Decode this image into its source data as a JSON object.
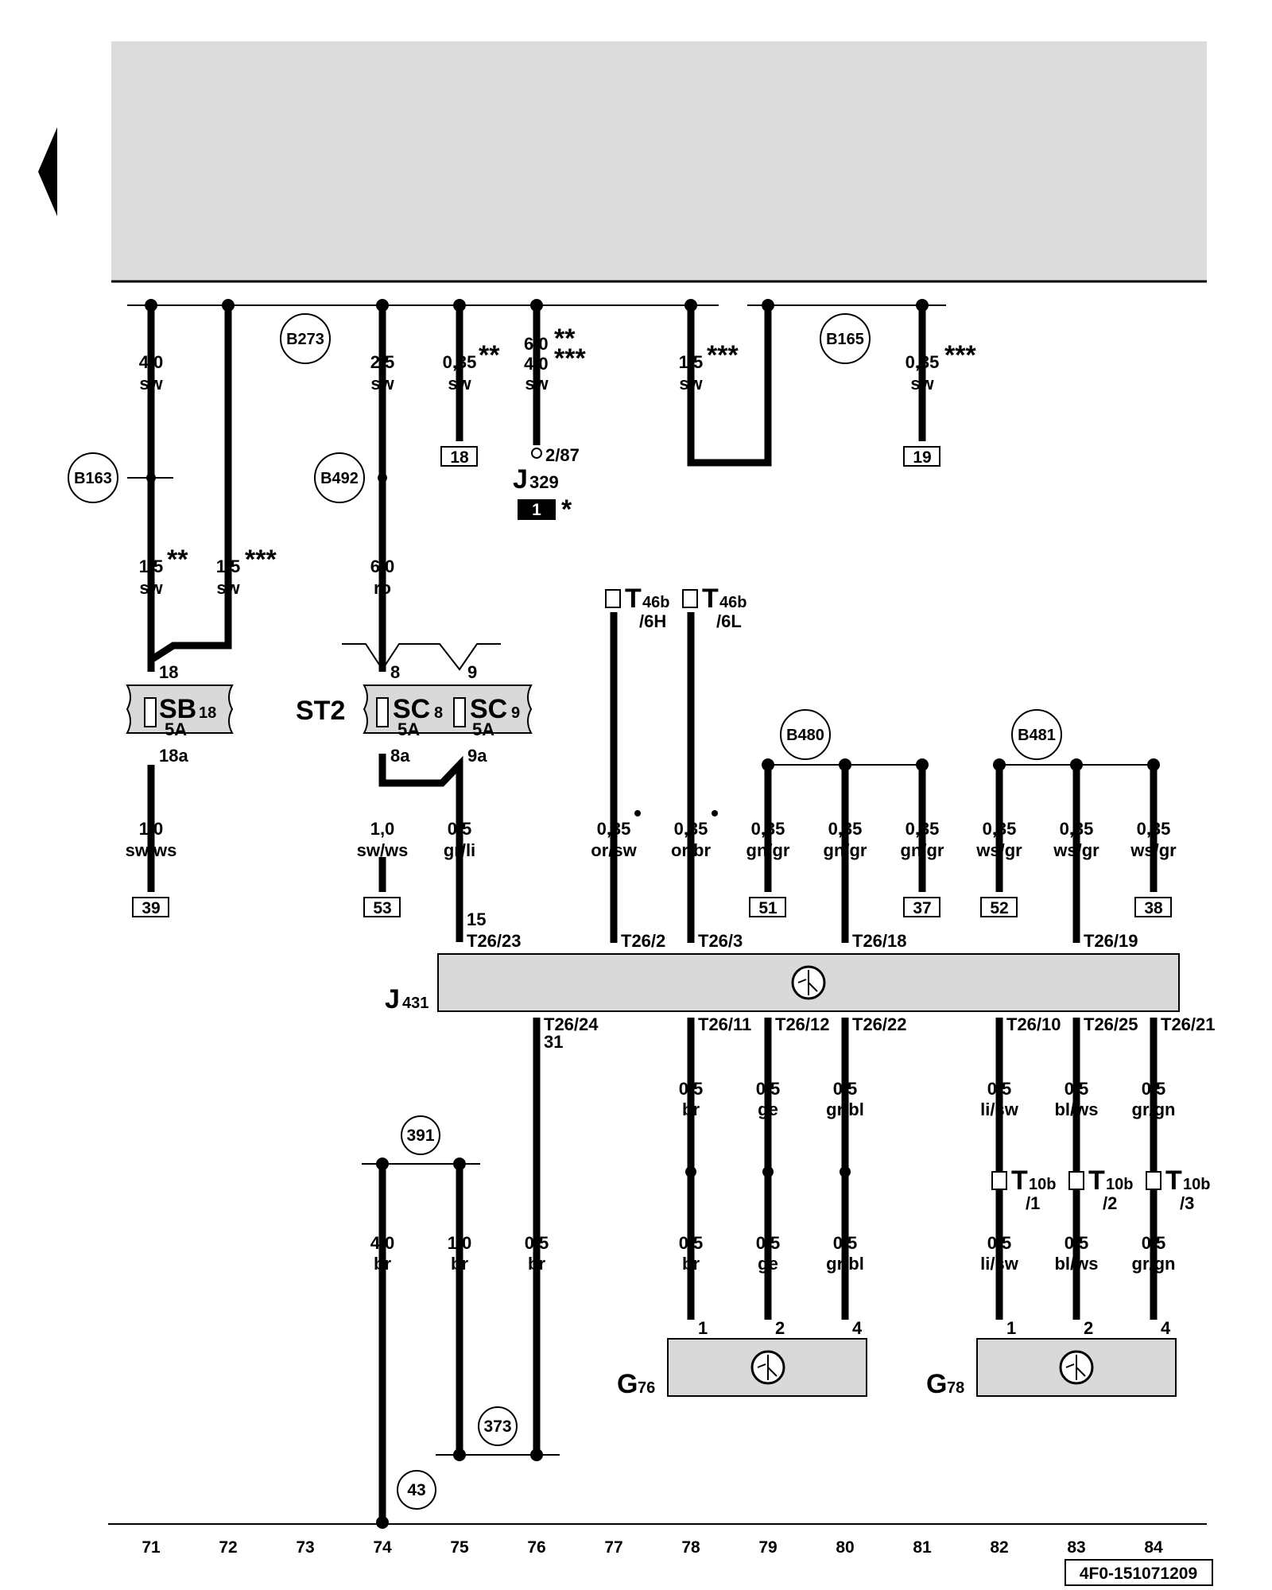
{
  "colors": {
    "paper": "#ffffff",
    "ink": "#000000",
    "component_fill": "#d9d9d9",
    "header_band": "#dcdcdc"
  },
  "icons": [
    "page-back-arrow-icon",
    "sensor-symbol-icon",
    "fuse-symbol-icon",
    "connector-symbol-icon"
  ],
  "drawing_id": "4F0-151071209",
  "track_numbers": [
    "71",
    "72",
    "73",
    "74",
    "75",
    "76",
    "77",
    "78",
    "79",
    "80",
    "81",
    "82",
    "83",
    "84"
  ],
  "ground_points": {
    "g391": "391",
    "g373": "373",
    "g43": "43"
  },
  "splice_points": {
    "b273": "B273",
    "b165": "B165",
    "b163": "B163",
    "b492": "B492",
    "b480": "B480",
    "b481": "B481"
  },
  "wires": {
    "w71a": {
      "size": "4,0",
      "color": "sw"
    },
    "w71b": {
      "size": "1,5",
      "note": "**",
      "color": "sw"
    },
    "w72": {
      "size": "1,5",
      "note": "***",
      "color": "sw"
    },
    "w74a": {
      "size": "2,5",
      "color": "sw"
    },
    "w74b": {
      "size": "6,0",
      "color": "ro"
    },
    "w75": {
      "size": "0,35",
      "note": "**",
      "color": "sw"
    },
    "w76": {
      "size1": "6,0",
      "note1": "**",
      "size2": "4,0",
      "note2": "***",
      "color": "sw"
    },
    "w78": {
      "size": "1,5",
      "note": "***",
      "color": "sw"
    },
    "w81": {
      "size": "0,35",
      "note": "***",
      "color": "sw"
    },
    "w71c": {
      "size": "1,0",
      "color": "sw/ws"
    },
    "w74c": {
      "size": "1,0",
      "color": "sw/ws"
    },
    "w75c": {
      "size": "0,5",
      "color": "gr/li"
    },
    "w77": {
      "size": "0,35",
      "color": "or/sw"
    },
    "w78c": {
      "size": "0,35",
      "color": "or/br"
    },
    "w79": {
      "size": "0,35",
      "color": "gn/gr"
    },
    "w80": {
      "size": "0,35",
      "color": "gn/gr"
    },
    "w81c": {
      "size": "0,35",
      "color": "gn/gr"
    },
    "w82": {
      "size": "0,35",
      "color": "ws/gr"
    },
    "w83": {
      "size": "0,35",
      "color": "ws/gr"
    },
    "w84": {
      "size": "0,35",
      "color": "ws/gr"
    },
    "w78d": {
      "size": "0,5",
      "color": "br"
    },
    "w79d": {
      "size": "0,5",
      "color": "ge"
    },
    "w80d": {
      "size": "0,5",
      "color": "gr/bl"
    },
    "w82d": {
      "size": "0,5",
      "color": "li/sw"
    },
    "w83d": {
      "size": "0,5",
      "color": "bl/ws"
    },
    "w84d": {
      "size": "0,5",
      "color": "gr/gn"
    },
    "w74e": {
      "size": "4,0",
      "color": "br"
    },
    "w75e": {
      "size": "1,0",
      "color": "br"
    },
    "w76e": {
      "size": "0,5",
      "color": "br"
    }
  },
  "refs": {
    "r18": "18",
    "r19": "19",
    "r39": "39",
    "r53": "53",
    "r51": "51",
    "r37": "37",
    "r52": "52",
    "r38": "38"
  },
  "relay": {
    "name": "J",
    "sub": "329",
    "pin": "2/87",
    "marker": "1",
    "note": "*"
  },
  "fuses": {
    "sb18": {
      "name": "SB",
      "sub": "18",
      "rating": "5A",
      "in_pin": "18",
      "out_pin": "18a"
    },
    "holder": "ST2",
    "sc8": {
      "name": "SC",
      "sub": "8",
      "rating": "5A",
      "in_pin": "8",
      "out_pin": "8a"
    },
    "sc9": {
      "name": "SC",
      "sub": "9",
      "rating": "5A",
      "in_pin": "9",
      "out_pin": "9a"
    }
  },
  "connectors": {
    "t46b_6h": {
      "name": "T",
      "sub": "46b",
      "pin": "/6H"
    },
    "t46b_6l": {
      "name": "T",
      "sub": "46b",
      "pin": "/6L"
    },
    "t10b_1": {
      "name": "T",
      "sub": "10b",
      "pin": "/1"
    },
    "t10b_2": {
      "name": "T",
      "sub": "10b",
      "pin": "/2"
    },
    "t10b_3": {
      "name": "T",
      "sub": "10b",
      "pin": "/3"
    }
  },
  "j431": {
    "name": "J",
    "sub": "431",
    "pins_top": [
      "T26/23",
      "T26/2",
      "T26/3",
      "T26/18",
      "T26/19"
    ],
    "pin15": "15",
    "pins_bottom": [
      "T26/24",
      "T26/11",
      "T26/12",
      "T26/22",
      "T26/10",
      "T26/25",
      "T26/21"
    ],
    "pin31": "31"
  },
  "g76": {
    "name": "G",
    "sub": "76",
    "pins": [
      "1",
      "2",
      "4"
    ]
  },
  "g78": {
    "name": "G",
    "sub": "78",
    "pins": [
      "1",
      "2",
      "4"
    ]
  }
}
